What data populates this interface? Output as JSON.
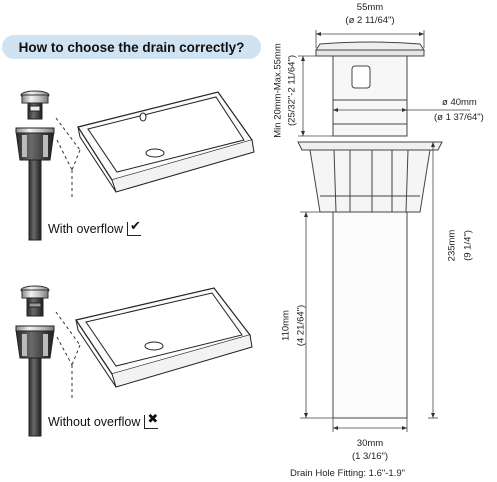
{
  "banner": {
    "text": "How to choose the drain correctly?"
  },
  "with_overflow": {
    "label": "With overflow",
    "mark": "✔"
  },
  "without_overflow": {
    "label": "Without overflow",
    "mark": "✖"
  },
  "dimensions": {
    "top_width": "55mm",
    "top_width_in": "(ø 2 11/64\")",
    "height_range": "Min 20mm-Max.55mm",
    "height_range_in": "(25/32\"-2 11/64\")",
    "body_dia": "ø 40mm",
    "body_dia_in": "(ø 1 37/64\")",
    "total_height": "235mm",
    "total_height_in": "(9 1/4\")",
    "pipe_height": "110mm",
    "pipe_height_in": "(4 21/64\")",
    "pipe_width": "30mm",
    "pipe_width_in": "(1 3/16\")",
    "hole_fitting": "Drain Hole Fitting: 1.6\"-1.9\""
  },
  "colors": {
    "banner_bg": "#cfe3f3",
    "line": "#333333",
    "metal": "#c8c8c8"
  }
}
